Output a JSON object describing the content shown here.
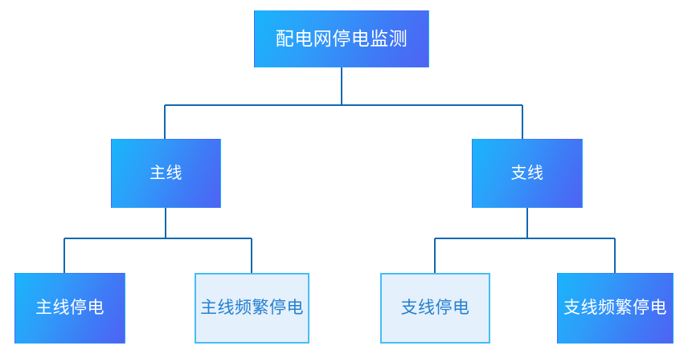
{
  "diagram": {
    "title": "配电网停电监测",
    "type": "tree-hierarchy",
    "theme": {
      "line_color": "#1068b3",
      "filled_gradient_start": "#19b5fb",
      "filled_gradient_end": "#4e63f3",
      "filled_text_color": "#ffffff",
      "light_fill": "#e4f0fb",
      "light_border": "#47bdf5",
      "light_text_color": "#2580d0",
      "background": "#ffffff"
    },
    "root": {
      "label": "配电网停电监测",
      "style": "filled"
    },
    "level2": [
      {
        "label": "主线",
        "style": "filled"
      },
      {
        "label": "支线",
        "style": "filled"
      }
    ],
    "leaves": [
      {
        "label": "主线停电",
        "style": "filled",
        "parent": "主线"
      },
      {
        "label": "主线频繁停电",
        "style": "light",
        "parent": "主线"
      },
      {
        "label": "支线停电",
        "style": "light",
        "parent": "支线"
      },
      {
        "label": "支线频繁停电",
        "style": "filled",
        "parent": "支线"
      }
    ]
  }
}
